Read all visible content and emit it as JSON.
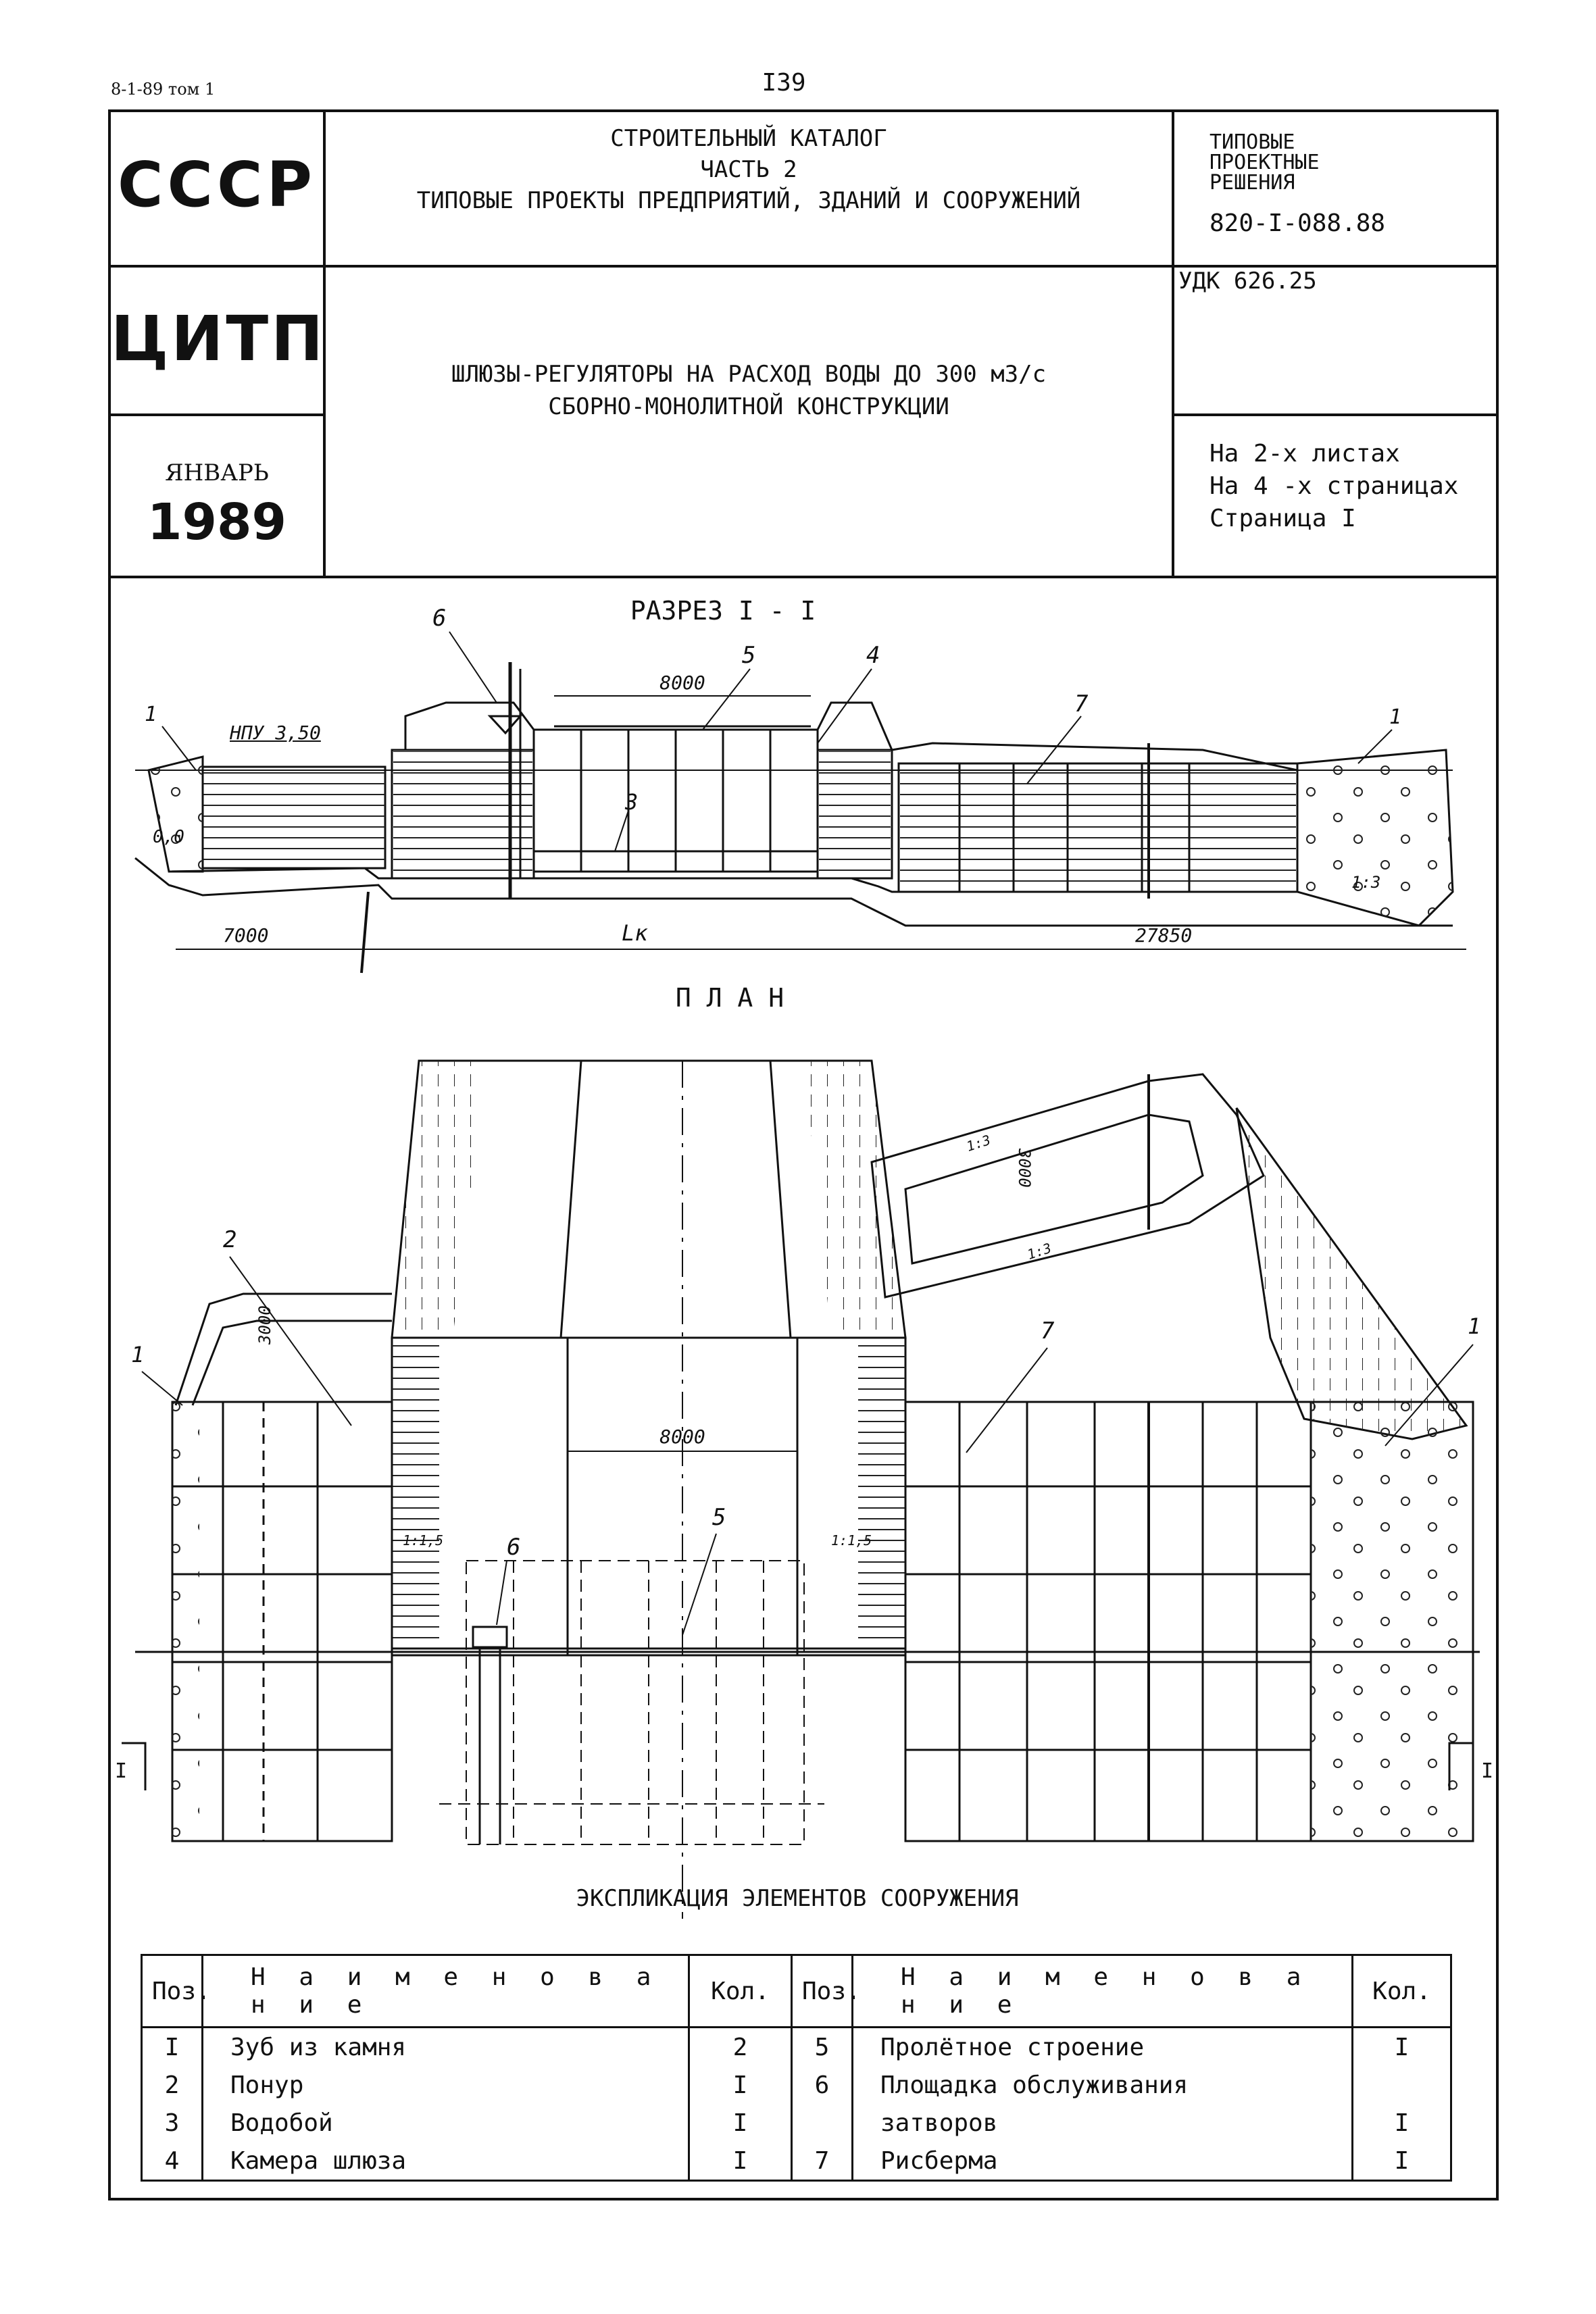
{
  "corner_code": "8-1-89 том 1",
  "page_number": "I39",
  "header": {
    "ussr": "СССР",
    "catalog_lines": [
      "СТРОИТЕЛЬНЫЙ КАТАЛОГ",
      "ЧАСТЬ 2",
      "ТИПОВЫЕ ПРОЕКТЫ ПРЕДПРИЯТИЙ, ЗДАНИЙ И СООРУЖЕНИЙ"
    ],
    "typical_lines": [
      "ТИПОВЫЕ",
      "ПРОЕКТНЫЕ",
      "РЕШЕНИЯ"
    ],
    "project_code": "820-I-088.88",
    "citp": "ЦИТП",
    "udk": "УДК 626.25",
    "title_lines": [
      "ШЛЮЗЫ-РЕГУЛЯТОРЫ НА РАСХОД ВОДЫ ДО 300 м3/с",
      "СБОРНО-МОНОЛИТНОЙ КОНСТРУКЦИИ"
    ],
    "month": "ЯНВАРЬ",
    "year": "1989",
    "sheets_lines": [
      "На 2-х листах",
      "На 4 -х страницах",
      "Страница I"
    ]
  },
  "section": {
    "title": "РАЗРЕЗ  I - I",
    "level_label": "НПУ 3,50",
    "zero_label": "0,0",
    "dim_width": "8000",
    "dim_left": "7000",
    "dim_mid": "Lк",
    "dim_right": "27850",
    "slope": "1:3",
    "callouts": [
      "1",
      "6",
      "5",
      "4",
      "7",
      "3",
      "1"
    ]
  },
  "plan": {
    "title": "П Л А Н",
    "dim_width": "8000",
    "dim_3000_a": "3000",
    "dim_3000_b": "3000",
    "slope_15_left": "1:1,5",
    "slope_15_right": "1:1,5",
    "slope_3_a": "1:3",
    "slope_3_b": "1:3",
    "callouts": [
      "2",
      "1",
      "7",
      "1",
      "5",
      "6"
    ],
    "cut_mark": "I"
  },
  "explication": {
    "title": "ЭКСПЛИКАЦИЯ ЭЛЕМЕНТОВ СООРУЖЕНИЯ",
    "headers": [
      "Поз.",
      "Н а и м е н о в а н и е",
      "Кол.",
      "Поз.",
      "Н а и м е н о в а н и е",
      "Кол."
    ],
    "left": [
      {
        "pos": "I",
        "name": "Зуб из камня",
        "qty": "2"
      },
      {
        "pos": "2",
        "name": "Понур",
        "qty": "I"
      },
      {
        "pos": "3",
        "name": "Водобой",
        "qty": "I"
      },
      {
        "pos": "4",
        "name": "Камера шлюза",
        "qty": "I"
      }
    ],
    "right": [
      {
        "pos": "5",
        "name": "Пролётное строение",
        "qty": "I"
      },
      {
        "pos": "6",
        "name": "Площадка обслуживания",
        "qty": ""
      },
      {
        "pos": "",
        "name": "затворов",
        "qty": "I"
      },
      {
        "pos": "7",
        "name": "Рисберма",
        "qty": "I"
      }
    ]
  }
}
